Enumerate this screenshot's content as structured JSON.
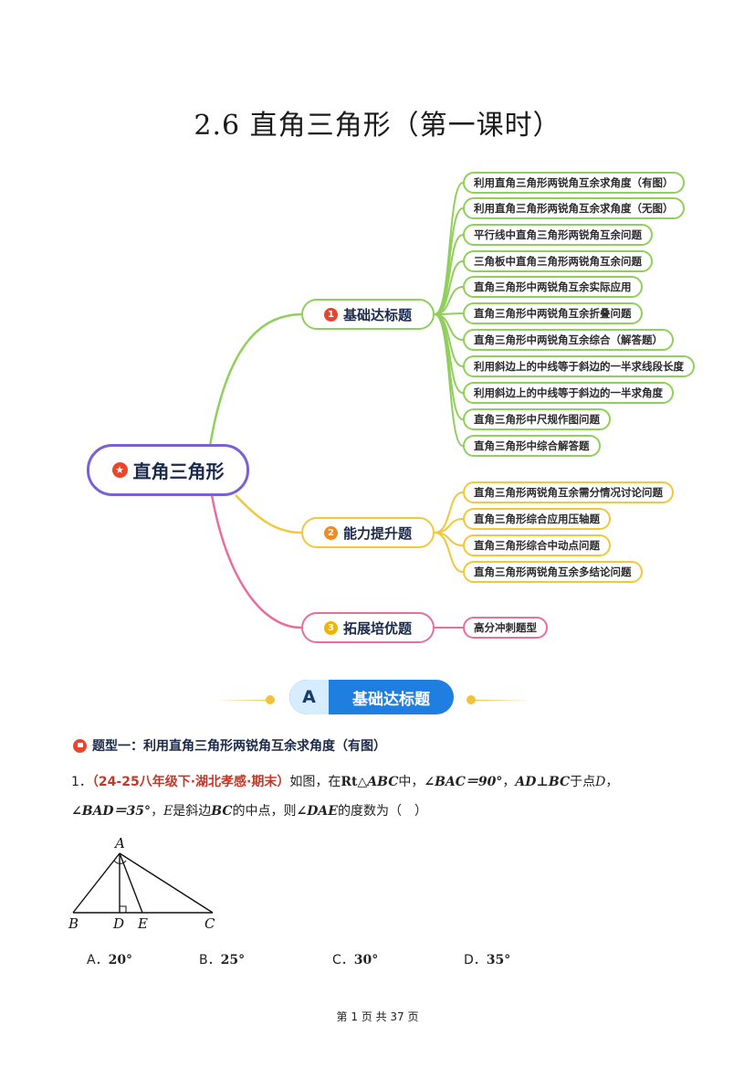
{
  "title": {
    "number": "2.6",
    "text": "直角三角形（第一课时）"
  },
  "mindmap": {
    "root": "直角三角形",
    "branches": [
      {
        "label": "基础达标题",
        "badge": "1",
        "color": "#90cf5b",
        "badge_color": "#e8452c",
        "leaves": [
          "利用直角三角形两锐角互余求角度（有图）",
          "利用直角三角形两锐角互余求角度（无图）",
          "平行线中直角三角形两锐角互余问题",
          "三角板中直角三角形两锐角互余问题",
          "直角三角形中两锐角互余实际应用",
          "直角三角形中两锐角互余折叠问题",
          "直角三角形中两锐角互余综合（解答题）",
          "利用斜边上的中线等于斜边的一半求线段长度",
          "利用斜边上的中线等于斜边的一半求角度",
          "直角三角形中尺规作图问题",
          "直角三角形中综合解答题"
        ]
      },
      {
        "label": "能力提升题",
        "badge": "2",
        "color": "#f0c83a",
        "badge_color": "#f08a24",
        "leaves": [
          "直角三角形两锐角互余需分情况讨论问题",
          "直角三角形综合应用压轴题",
          "直角三角形综合中动点问题",
          "直角三角形两锐角互余多结论问题"
        ]
      },
      {
        "label": "拓展培优题",
        "badge": "3",
        "color": "#e86e9b",
        "badge_color": "#f2b400",
        "leaves": [
          "高分冲刺题型"
        ]
      }
    ]
  },
  "section": {
    "letter": "A",
    "label": "基础达标题"
  },
  "question_type": "题型一：利用直角三角形两锐角互余求角度（有图）",
  "question": {
    "number": "1．",
    "source": "（24-25八年级下·湖北孝感·期末）",
    "t1": "如图，在",
    "rt": "Rt",
    "tri": "△",
    "abc": "ABC",
    "t2": "中，",
    "angle_bac": "∠BAC＝90°",
    "comma1": "，",
    "ad_bc": "AD⊥BC",
    "t3": "于点",
    "d": "D",
    "comma2": "，",
    "angle_bad": "∠BAD＝35°",
    "comma3": "，",
    "e": "E",
    "t4": "是斜边",
    "bc": "BC",
    "t5": "的中点，则",
    "angle_dae": "∠DAE",
    "t6": "的度数为（　）"
  },
  "figure": {
    "labels": {
      "A": "A",
      "B": "B",
      "C": "C",
      "D": "D",
      "E": "E"
    }
  },
  "options": [
    {
      "letter": "A．",
      "value": "20°"
    },
    {
      "letter": "B．",
      "value": "25°"
    },
    {
      "letter": "C．",
      "value": "30°"
    },
    {
      "letter": "D．",
      "value": "35°"
    }
  ],
  "footer": "第 1 页 共 37 页"
}
